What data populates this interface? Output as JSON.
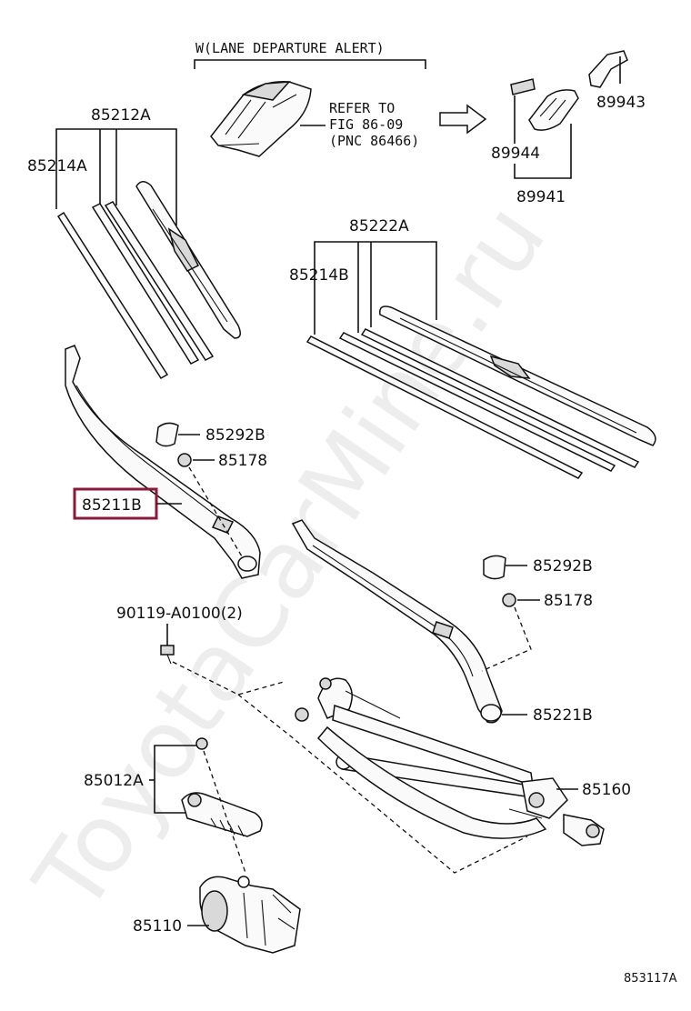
{
  "diagram": {
    "watermark": "ToyotaCarMine.ru",
    "figure_id": "853117A",
    "lane_departure_note": "W(LANE DEPARTURE ALERT)",
    "refer_note": [
      "REFER TO",
      "FIG 86-09",
      "(PNC 86466)"
    ],
    "highlighted_part": "85211B",
    "labels": {
      "p85212A": "85212A",
      "p85214A": "85214A",
      "p85222A": "85222A",
      "p85214B": "85214B",
      "p85292B_top": "85292B",
      "p85178_top": "85178",
      "p85211B": "85211B",
      "p85292B_right": "85292B",
      "p85178_right": "85178",
      "p90119": "90119-A0100(2)",
      "p85221B": "85221B",
      "p85012A": "85012A",
      "p85160": "85160",
      "p85110": "85110",
      "p89943": "89943",
      "p89944": "89944",
      "p89941": "89941"
    }
  }
}
